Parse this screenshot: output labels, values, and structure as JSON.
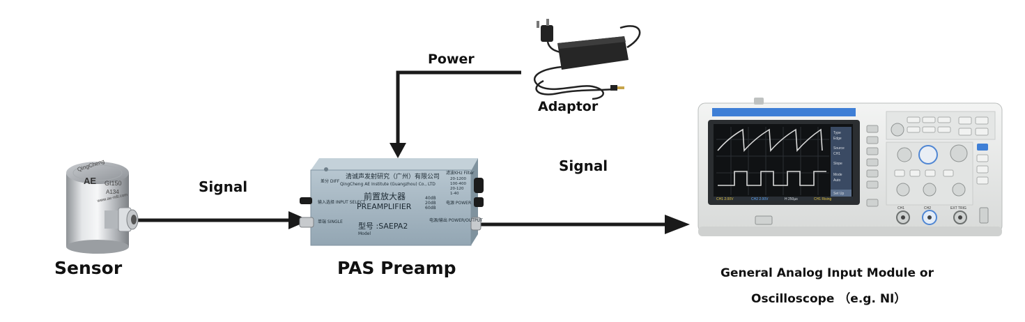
{
  "labels": {
    "power": "Power",
    "adaptor": "Adaptor",
    "signal_sensor": "Signal",
    "signal_preamp": "Signal",
    "sensor": "Sensor",
    "preamp": "PAS Preamp",
    "module_line1": "General Analog Input Module or",
    "module_line2": "Oscilloscope （e.g. NI）"
  },
  "sensor_device": {
    "brand": "QingCheng",
    "model": "GI150",
    "serial": "A134",
    "logo": "AE",
    "url": "www.ae-ndt.com"
  },
  "preamp_device": {
    "maker_cn": "清诚声发射研究（广州）有限公司",
    "maker_en": "QingCheng AE Institute (Guangzhou) Co., LTD",
    "title_cn": "前置放大器",
    "title_en": "PREAMPLIFIER",
    "model": "型号 :SAEPA2",
    "model_sub": "Model",
    "diff": "差分 DIFF",
    "input_select": "输入选择 INPUT SELECT",
    "single": "单端 SINGLE",
    "filter": "滤波KHz Filter",
    "filter_opts": [
      "20-1200",
      "100-400",
      "20-120",
      "1-40"
    ],
    "gain_opts": [
      "40dB",
      "20dB",
      "60dB"
    ],
    "power": "电源 POWER",
    "power_output": "电源/输出 POWER/OUTPUT"
  },
  "scope_device": {
    "buttons": [
      "Type",
      "Edge",
      "Source",
      "CH1",
      "Slope",
      "Mode",
      "Auto",
      "Set Up"
    ],
    "channels": [
      "CH1",
      "CH2",
      "EXT TRIG"
    ],
    "status": [
      "CH1 2.00V",
      "CH2 2.00V",
      "H 250µs",
      "CH1 Rising"
    ]
  },
  "colors": {
    "arrow": "#1a1a1a",
    "preamp_body": "#9fb1bd",
    "scope_body": "#e9ebea",
    "scope_screen": "#101214",
    "scope_accent": "#3f7fd6",
    "trace": "#d9d9d9"
  }
}
